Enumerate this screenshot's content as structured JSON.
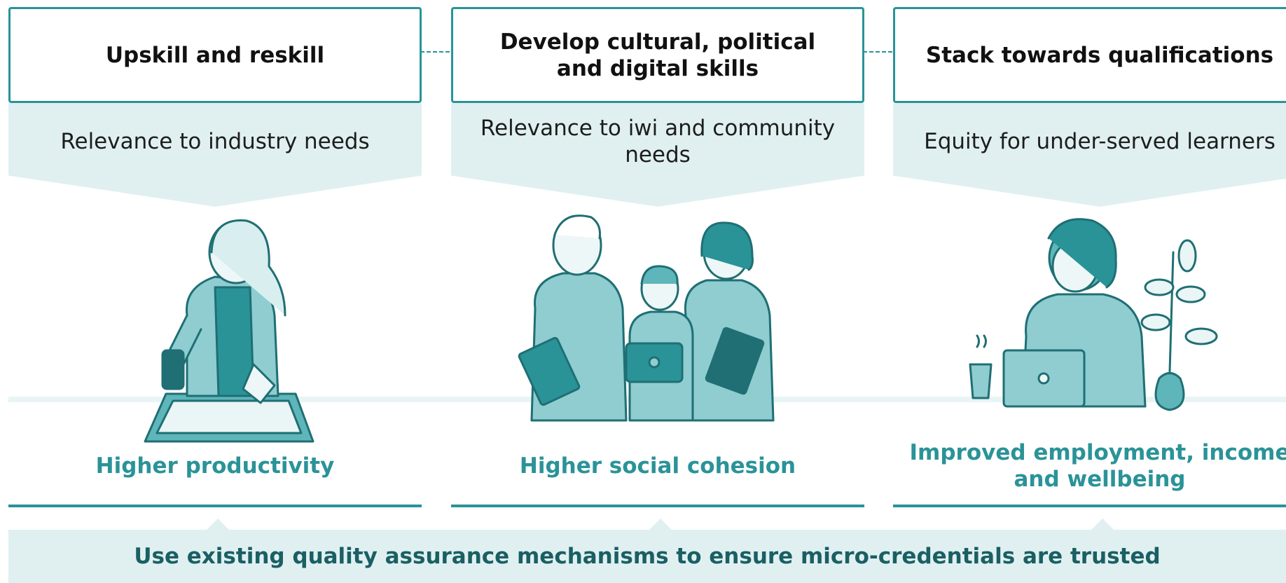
{
  "columns": [
    {
      "heading": "Upskill and reskill",
      "relevance": "Relevance to industry needs",
      "outcome": "Higher productivity",
      "illustration_icon": "woman-working-at-bench-icon"
    },
    {
      "heading": "Develop cultural, political and digital skills",
      "relevance": "Relevance to iwi and community needs",
      "outcome": "Higher social cohesion",
      "illustration_icon": "family-with-tablet-icon"
    },
    {
      "heading": "Stack towards qualifications",
      "relevance": "Equity for under-served learners",
      "outcome": "Improved employment, income and wellbeing",
      "illustration_icon": "woman-with-laptop-and-plant-icon"
    }
  ],
  "footer": "Use existing quality assurance mechanisms to ensure micro-credentials are trusted",
  "colors": {
    "accent": "#2a9398",
    "band": "#e0f0f1",
    "footer_text": "#1a5f63"
  }
}
